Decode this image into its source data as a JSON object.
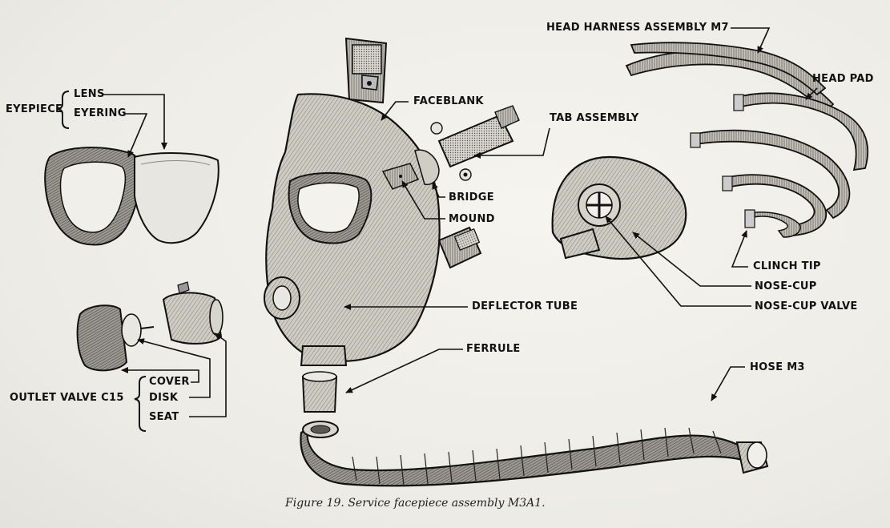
{
  "labels": {
    "eyepiece": "EYEPIECE",
    "lens": "LENS",
    "eyering": "EYERING",
    "faceblank": "FACEBLANK",
    "tab_assembly": "TAB ASSEMBLY",
    "bridge": "BRIDGE",
    "mound": "MOUND",
    "deflector_tube": "DEFLECTOR TUBE",
    "ferrule": "FERRULE",
    "outlet_valve": "OUTLET VALVE C15",
    "cover": "COVER",
    "disk": "DISK",
    "seat": "SEAT",
    "head_harness": "HEAD HARNESS ASSEMBLY M7",
    "head_pad": "HEAD PAD",
    "clinch_tip": "CLINCH TIP",
    "nose_cup": "NOSE-CUP",
    "nose_cup_valve": "NOSE-CUP VALVE",
    "hose": "HOSE M3"
  },
  "caption": "Figure 19. Service facepiece assembly M3A1.",
  "colors": {
    "paper": "#f1efea",
    "ink": "#111111",
    "rubber_light": "#bdbab2",
    "rubber_dark": "#5a5852"
  }
}
